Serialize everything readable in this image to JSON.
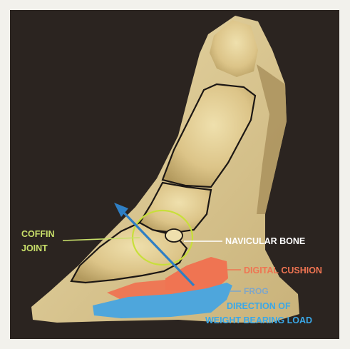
{
  "labels": {
    "coffin_joint": [
      "COFFIN",
      "JOINT"
    ],
    "navicular_bone": "NAVICULAR BONE",
    "digital_cushion": "DIGITAL CUSHION",
    "frog": "FROG",
    "weight_load": [
      "DIRECTION OF",
      "WEIGHT BEARING LOAD"
    ]
  },
  "colors": {
    "background_dark": "#2b2420",
    "bone": "#e2cf95",
    "bone_shadow": "#b8a064",
    "coffin_label": "#c9e06a",
    "joint_circle": "#c8df3a",
    "navicular_label": "#ffffff",
    "digital_cushion": "#ef7452",
    "frog": "#4ea6dc",
    "frog_label": "#7fa6c8",
    "load_arrow": "#2f7fc4",
    "load_label": "#3aa8e8"
  }
}
